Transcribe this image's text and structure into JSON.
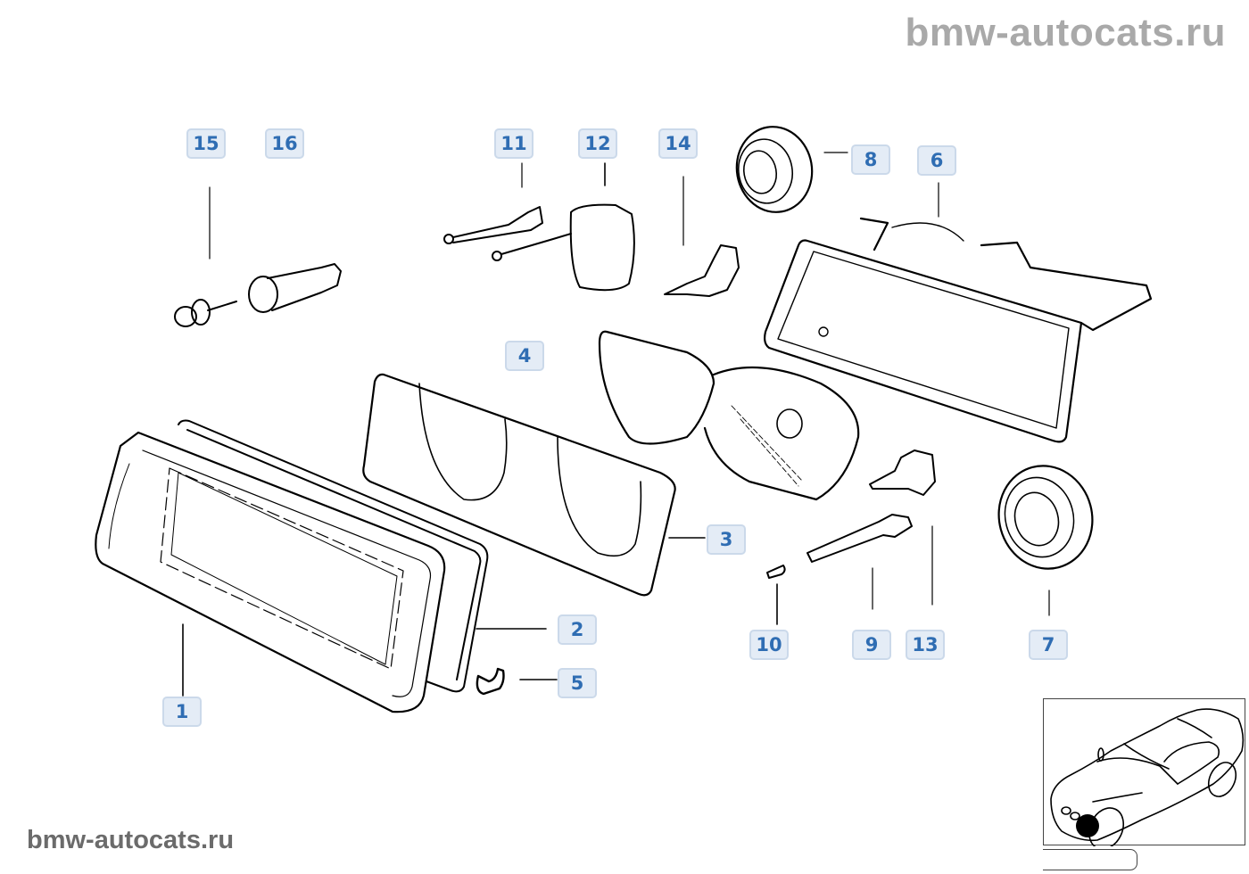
{
  "watermark": {
    "top_right": "bmw-autocats.ru",
    "bottom_left": "bmw-autocats.ru"
  },
  "diagram": {
    "title": "Headlight assembly exploded view",
    "callouts": [
      {
        "id": "1",
        "label": "1",
        "part": "headlight-lens"
      },
      {
        "id": "2",
        "label": "2",
        "part": "lens-gasket"
      },
      {
        "id": "3",
        "label": "3",
        "part": "headlight-frame-trim"
      },
      {
        "id": "4",
        "label": "4",
        "part": "reflector-unit"
      },
      {
        "id": "5",
        "label": "5",
        "part": "clip"
      },
      {
        "id": "6",
        "label": "6",
        "part": "headlight-housing"
      },
      {
        "id": "7",
        "label": "7",
        "part": "cover-cap-large"
      },
      {
        "id": "8",
        "label": "8",
        "part": "cover-cap-small"
      },
      {
        "id": "9",
        "label": "9",
        "part": "adjusting-screw"
      },
      {
        "id": "10",
        "label": "10",
        "part": "retaining-clip"
      },
      {
        "id": "11",
        "label": "11",
        "part": "adjuster-rod"
      },
      {
        "id": "12",
        "label": "12",
        "part": "adjusting-motor"
      },
      {
        "id": "13",
        "label": "13",
        "part": "bulb-socket"
      },
      {
        "id": "14",
        "label": "14",
        "part": "bulb-holder"
      },
      {
        "id": "15",
        "label": "15",
        "part": "screw"
      },
      {
        "id": "16",
        "label": "16",
        "part": "expanding-nut"
      }
    ]
  },
  "locator": {
    "description": "Car location thumbnail with front-left headlight highlighted",
    "highlight": "front-left-headlight"
  }
}
